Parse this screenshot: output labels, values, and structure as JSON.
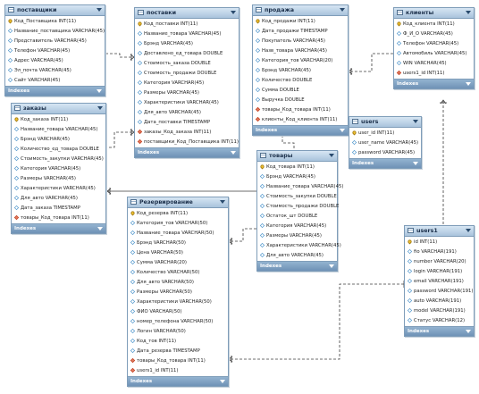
{
  "diagram": {
    "indexes_label": "Indexes",
    "tables": [
      {
        "id": "postavshchiki",
        "name": "поставщики",
        "columns": [
          {
            "text": "Код_Поставщика INT(11)",
            "kind": "pk"
          },
          {
            "text": "Название_поставщика VARCHAR(45)",
            "kind": "col"
          },
          {
            "text": "Представитель VARCHAR(45)",
            "kind": "col"
          },
          {
            "text": "Телефон VARCHAR(45)",
            "kind": "col"
          },
          {
            "text": "Адрес VARCHAR(45)",
            "kind": "col"
          },
          {
            "text": "Эл_почта VARCHAR(45)",
            "kind": "col"
          },
          {
            "text": "Сайт VARCHAR(45)",
            "kind": "col"
          }
        ]
      },
      {
        "id": "postavki",
        "name": "поставки",
        "columns": [
          {
            "text": "Код_поставки INT(11)",
            "kind": "pk"
          },
          {
            "text": "Название_товара VARCHAR(45)",
            "kind": "col"
          },
          {
            "text": "Брэнд VARCHAR(45)",
            "kind": "col"
          },
          {
            "text": "Доставлено_ед_товара DOUBLE",
            "kind": "col"
          },
          {
            "text": "Стоимость_заказа DOUBLE",
            "kind": "col"
          },
          {
            "text": "Стоимость_продажи DOUBLE",
            "kind": "col"
          },
          {
            "text": "Категория VARCHAR(45)",
            "kind": "col"
          },
          {
            "text": "Размеры VARCHAR(45)",
            "kind": "col"
          },
          {
            "text": "Характеристики VARCHAR(45)",
            "kind": "col"
          },
          {
            "text": "Для_авто VARCHAR(45)",
            "kind": "col"
          },
          {
            "text": "Дата_поставки TIMESTAMP",
            "kind": "col"
          },
          {
            "text": "заказы_Код_заказа INT(11)",
            "kind": "fk"
          },
          {
            "text": "поставщики_Код_Поставщика INT(11)",
            "kind": "fk"
          }
        ]
      },
      {
        "id": "prodazha",
        "name": "продажа",
        "columns": [
          {
            "text": "Код_продажи INT(11)",
            "kind": "pk"
          },
          {
            "text": "Дата_продажи TIMESTAMP",
            "kind": "col"
          },
          {
            "text": "Покупатель VARCHAR(45)",
            "kind": "col"
          },
          {
            "text": "Назв_товара VARCHAR(45)",
            "kind": "col"
          },
          {
            "text": "Категория_тов VARCHAR(20)",
            "kind": "col"
          },
          {
            "text": "Брэнд VARCHAR(45)",
            "kind": "col"
          },
          {
            "text": "Количество DOUBLE",
            "kind": "col"
          },
          {
            "text": "Сумма DOUBLE",
            "kind": "col"
          },
          {
            "text": "Выручка DOUBLE",
            "kind": "col"
          },
          {
            "text": "товары_Код_товара INT(11)",
            "kind": "fk"
          },
          {
            "text": "клиенты_Код_клиента INT(11)",
            "kind": "fk"
          }
        ]
      },
      {
        "id": "klienty",
        "name": "клиенты",
        "columns": [
          {
            "text": "Код_клиента INT(11)",
            "kind": "pk"
          },
          {
            "text": "Ф_И_О VARCHAR(45)",
            "kind": "col"
          },
          {
            "text": "Телефон VARCHAR(45)",
            "kind": "col"
          },
          {
            "text": "Автомобиль VARCHAR(45)",
            "kind": "col"
          },
          {
            "text": "WIN VARCHAR(45)",
            "kind": "col"
          },
          {
            "text": "users1_id INT(11)",
            "kind": "fk"
          }
        ]
      },
      {
        "id": "users",
        "name": "users",
        "columns": [
          {
            "text": "user_id INT(11)",
            "kind": "pk"
          },
          {
            "text": "user_name VARCHAR(45)",
            "kind": "col"
          },
          {
            "text": "password VARCHAR(45)",
            "kind": "col"
          }
        ]
      },
      {
        "id": "zakazy",
        "name": "заказы",
        "columns": [
          {
            "text": "Код_заказа INT(11)",
            "kind": "pk"
          },
          {
            "text": "Название_товара VARCHAR(45)",
            "kind": "col"
          },
          {
            "text": "Брэнд VARCHAR(45)",
            "kind": "col"
          },
          {
            "text": "Количество_ед_товара DOUBLE",
            "kind": "col"
          },
          {
            "text": "Стоимость_закупки VARCHAR(45)",
            "kind": "col"
          },
          {
            "text": "Категория VARCHAR(45)",
            "kind": "col"
          },
          {
            "text": "Размеры VARCHAR(45)",
            "kind": "col"
          },
          {
            "text": "Характеристики VARCHAR(45)",
            "kind": "col"
          },
          {
            "text": "Для_авто VARCHAR(45)",
            "kind": "col"
          },
          {
            "text": "Дата_заказа TIMESTAMP",
            "kind": "col"
          },
          {
            "text": "товары_Код_товара INT(11)",
            "kind": "fk"
          }
        ]
      },
      {
        "id": "tovary",
        "name": "товары",
        "columns": [
          {
            "text": "Код_товара INT(11)",
            "kind": "pk"
          },
          {
            "text": "Брэнд VARCHAR(45)",
            "kind": "col"
          },
          {
            "text": "Название_товара VARCHAR(45)",
            "kind": "col"
          },
          {
            "text": "Стоимость_закупки DOUBLE",
            "kind": "col"
          },
          {
            "text": "Стоимость_продажи DOUBLE",
            "kind": "col"
          },
          {
            "text": "Остаток_шт DOUBLE",
            "kind": "col"
          },
          {
            "text": "Категория VARCHAR(45)",
            "kind": "col"
          },
          {
            "text": "Размеры VARCHAR(45)",
            "kind": "col"
          },
          {
            "text": "Характеристики VARCHAR(45)",
            "kind": "col"
          },
          {
            "text": "Для_авто VARCHAR(45)",
            "kind": "col"
          }
        ]
      },
      {
        "id": "rezervirovanie",
        "name": "Резервирование",
        "columns": [
          {
            "text": "Код_резерва INT(11)",
            "kind": "pk"
          },
          {
            "text": "Категория_тов VARCHAR(50)",
            "kind": "col"
          },
          {
            "text": "Название_товара VARCHAR(50)",
            "kind": "col"
          },
          {
            "text": "Брэнд VARCHAR(50)",
            "kind": "col"
          },
          {
            "text": "Цена VARCHAR(50)",
            "kind": "col"
          },
          {
            "text": "Сумма VARCHAR(20)",
            "kind": "col"
          },
          {
            "text": "Количество VARCHAR(50)",
            "kind": "col"
          },
          {
            "text": "Для_авто VARCHAR(50)",
            "kind": "col"
          },
          {
            "text": "Размеры VARCHAR(50)",
            "kind": "col"
          },
          {
            "text": "Характеристики VARCHAR(50)",
            "kind": "col"
          },
          {
            "text": "ФИО VARCHAR(50)",
            "kind": "col"
          },
          {
            "text": "номер_телефона VARCHAR(50)",
            "kind": "col"
          },
          {
            "text": "Логин VARCHAR(50)",
            "kind": "col"
          },
          {
            "text": "Код_тов INT(11)",
            "kind": "col"
          },
          {
            "text": "Дата_резерва TIMESTAMP",
            "kind": "col"
          },
          {
            "text": "товары_Код_товара INT(11)",
            "kind": "fk"
          },
          {
            "text": "users1_id INT(11)",
            "kind": "fk"
          }
        ]
      },
      {
        "id": "users1",
        "name": "users1",
        "columns": [
          {
            "text": "id INT(11)",
            "kind": "pk"
          },
          {
            "text": "fio VARCHAR(191)",
            "kind": "col"
          },
          {
            "text": "number VARCHAR(20)",
            "kind": "col"
          },
          {
            "text": "login VARCHAR(191)",
            "kind": "col"
          },
          {
            "text": "email VARCHAR(191)",
            "kind": "col"
          },
          {
            "text": "password VARCHAR(191)",
            "kind": "col"
          },
          {
            "text": "auto VARCHAR(191)",
            "kind": "col"
          },
          {
            "text": "model VARCHAR(191)",
            "kind": "col"
          },
          {
            "text": "Статус VARCHAR(12)",
            "kind": "col"
          }
        ]
      }
    ],
    "relationships": [
      {
        "from": "postavshchiki",
        "to": "postavki"
      },
      {
        "from": "zakazy",
        "to": "postavki"
      },
      {
        "from": "tovary",
        "to": "zakazy"
      },
      {
        "from": "tovary",
        "to": "prodazha"
      },
      {
        "from": "klienty",
        "to": "prodazha"
      },
      {
        "from": "users1",
        "to": "klienty"
      },
      {
        "from": "tovary",
        "to": "rezervirovanie"
      },
      {
        "from": "users1",
        "to": "rezervirovanie"
      }
    ]
  }
}
